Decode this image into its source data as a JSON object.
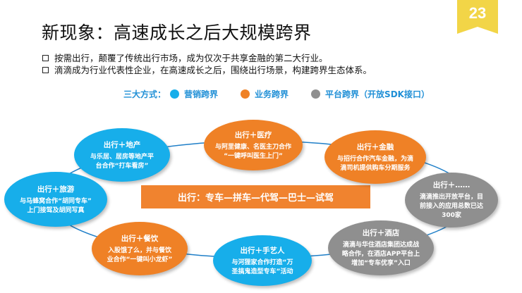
{
  "title": "新现象：高速成长之后大规模跨界",
  "page_number": "23",
  "bullets": [
    "按需出行，颠覆了传统出行市场，成为仅次于共享金融的第二大行业。",
    "滴滴成为行业代表性企业，在高速成长之后，围绕出行场景，构建跨界生态体系。"
  ],
  "legend": {
    "label": "三大方式：",
    "items": [
      {
        "text": "营销跨界",
        "color": "#17aeea"
      },
      {
        "text": "业务跨界",
        "color": "#ef8126"
      },
      {
        "text": "平台跨界（开放SDK接口）",
        "color": "#8f8f8f"
      }
    ]
  },
  "center": "出行：专车—拼车—代驾—巴士—试驾",
  "nodes": {
    "real_estate": {
      "title": "出行＋地产",
      "line1": "与乐居、居房等地产平",
      "line2": "台合作“打车看房”"
    },
    "medical": {
      "title": "出行＋医疗",
      "line1": "与阿里健康、名医主刀合作",
      "line2": "“一键呼叫医生上门”"
    },
    "finance": {
      "title": "出行＋金融",
      "line1": "与招行合作汽车金融，为滴",
      "line2": "滴司机提供购车分期服务"
    },
    "more": {
      "title": "出行＋……",
      "line1": "滴滴推出开放平台，目",
      "line2": "前接入的应用总数已达",
      "line3": "300家"
    },
    "hotel": {
      "title": "出行＋酒店",
      "line1": "滴滴与华住酒店集团达成战",
      "line2": "略合作，在酒店APP平台上",
      "line3": "增加“专车优享”入口"
    },
    "artisan": {
      "title": "出行＋手艺人",
      "line1": "与河狸家合作打造“万",
      "line2": "圣搞鬼造型专车”活动"
    },
    "food": {
      "title": "出行＋餐饮",
      "line1": "入股饿了么，并与餐饮",
      "line2": "业合作“一键叫小龙虾”"
    },
    "travel": {
      "title": "出行＋旅游",
      "line1": "与马蜂窝合作“胡同专车”",
      "line2": "上门接驾及胡同写真"
    }
  }
}
